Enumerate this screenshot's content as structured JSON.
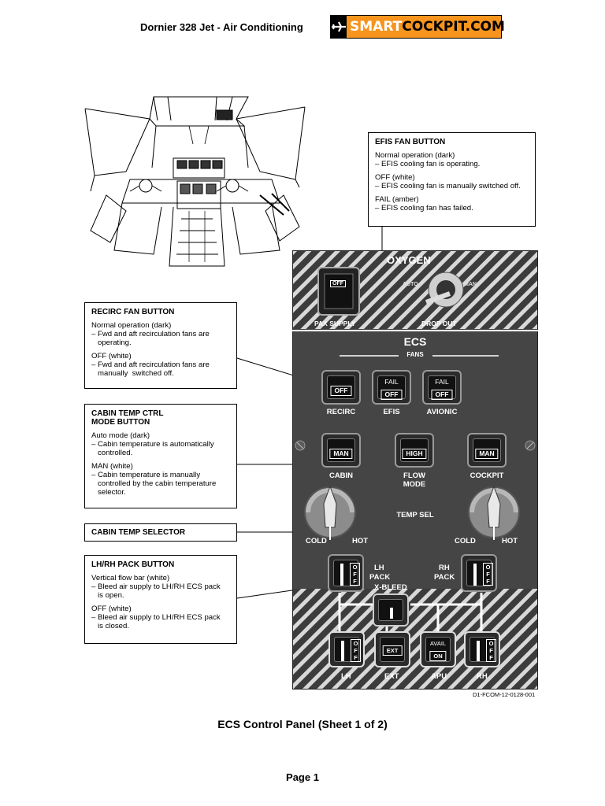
{
  "header": {
    "title": "Dornier 328 Jet - Air Conditioning",
    "logo_white": "SMART",
    "logo_black": "COCKPIT.COM"
  },
  "callouts": {
    "efis": {
      "title": "EFIS FAN BUTTON",
      "lines": [
        "Normal operation (dark)",
        "– EFIS cooling fan is operating.",
        "",
        "OFF (white)",
        "– EFIS cooling fan is manually switched off.",
        "",
        "FAIL (amber)",
        "– EFIS cooling fan has failed."
      ]
    },
    "recirc": {
      "title": "RECIRC FAN BUTTON",
      "lines": [
        "Normal operation (dark)",
        "– Fwd and aft recirculation fans are",
        "   operating.",
        "",
        "OFF (white)",
        "– Fwd and aft recirculation fans are",
        "   manually  switched off."
      ]
    },
    "cabin_mode": {
      "title": "CABIN TEMP CTRL",
      "title2": "MODE BUTTON",
      "lines": [
        "Auto mode (dark)",
        "– Cabin temperature is automatically",
        "   controlled.",
        "",
        "MAN (white)",
        "– Cabin temperature is manually",
        "   controlled by the cabin temperature",
        "   selector."
      ]
    },
    "selector": {
      "title": "CABIN TEMP SELECTOR"
    },
    "pack": {
      "title": "LH/RH PACK BUTTON",
      "lines": [
        "Vertical flow bar (white)",
        "– Bleed air supply to LH/RH ECS pack",
        "   is open.",
        "",
        "OFF (white)",
        "– Bleed air supply to LH/RH ECS pack",
        "   is closed."
      ]
    }
  },
  "panel": {
    "oxygen_title": "OXYGEN",
    "pax_supply": "PAX SUPPLY",
    "drop_out": "DROP OUT",
    "oxy_btn": "OFF",
    "auto": "AUTO",
    "man": "MAN",
    "ecs_title": "ECS",
    "fans_label": "FANS",
    "recirc": {
      "legend": "OFF",
      "label": "RECIRC"
    },
    "efis": {
      "fail": "FAIL",
      "legend": "OFF",
      "label": "EFIS"
    },
    "avionic": {
      "fail": "FAIL",
      "legend": "OFF",
      "label": "AVIONIC"
    },
    "cabin": {
      "legend": "MAN",
      "label": "CABIN"
    },
    "flow_mode": {
      "legend": "HIGH",
      "label": "FLOW",
      "label2": "MODE"
    },
    "cockpit": {
      "legend": "MAN",
      "label": "COCKPIT"
    },
    "temp_sel": "TEMP SEL",
    "cold": "COLD",
    "hot": "HOT",
    "lh_pack": {
      "label": "LH",
      "label2": "PACK",
      "legend": "OFF"
    },
    "rh_pack": {
      "label": "RH",
      "label2": "PACK",
      "legend": "OFF"
    },
    "x_bleed": "X-BLEED",
    "bottom": {
      "lh": "LH",
      "ext": "EXT",
      "apu": "APU",
      "rh": "RH",
      "ext_btn": "EXT",
      "avail": "AVAIL",
      "on": "ON",
      "off": "OFF"
    }
  },
  "figure_ref": "D1-FCOM-12-0128-001",
  "caption": "ECS Control Panel (Sheet 1 of 2)",
  "page": "Page 1"
}
